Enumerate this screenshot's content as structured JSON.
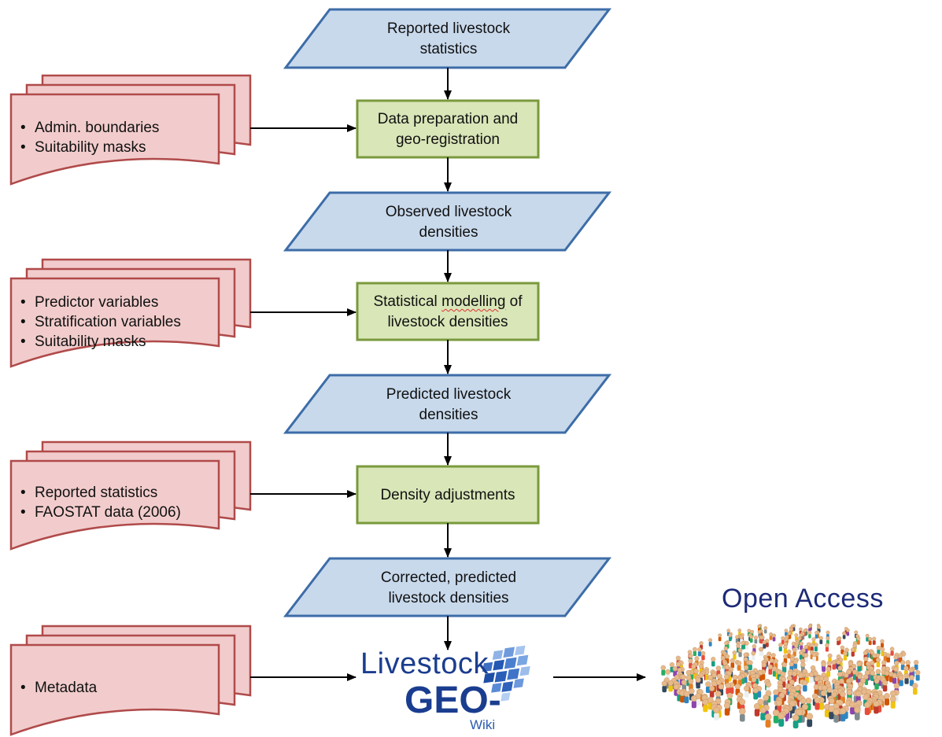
{
  "flow": {
    "reported_stats": "Reported livestock\nstatistics",
    "data_prep": "Data preparation and\ngeo-registration",
    "observed": "Observed livestock\ndensities",
    "modelling_word1": "Statistical",
    "modelling_word2": "modelling",
    "modelling_rest": "of\nlivestock densities",
    "predicted": "Predicted livestock\ndensities",
    "density_adj": "Density adjustments",
    "corrected": "Corrected, predicted\nlivestock densities"
  },
  "inputs": {
    "group1": [
      "Admin. boundaries",
      "Suitability masks"
    ],
    "group2": [
      "Predictor variables",
      "Stratification variables",
      "Suitability masks"
    ],
    "group3": [
      "Reported statistics",
      "FAOSTAT data (2006)"
    ],
    "group4": [
      "Metadata"
    ]
  },
  "logo": {
    "word1": "Livestock",
    "word2": "GEO-",
    "word3": "Wiki"
  },
  "open_access": {
    "title": "Open Access"
  },
  "colors": {
    "parallelogram_fill": "#c8d9ec",
    "parallelogram_stroke": "#3d6da8",
    "process_fill": "#d9e6b8",
    "process_stroke": "#7a9a3d",
    "document_fill": "#f2cccc",
    "document_stroke": "#b04a4a",
    "arrow": "#000000",
    "logo_blue": "#1a3d8f"
  }
}
